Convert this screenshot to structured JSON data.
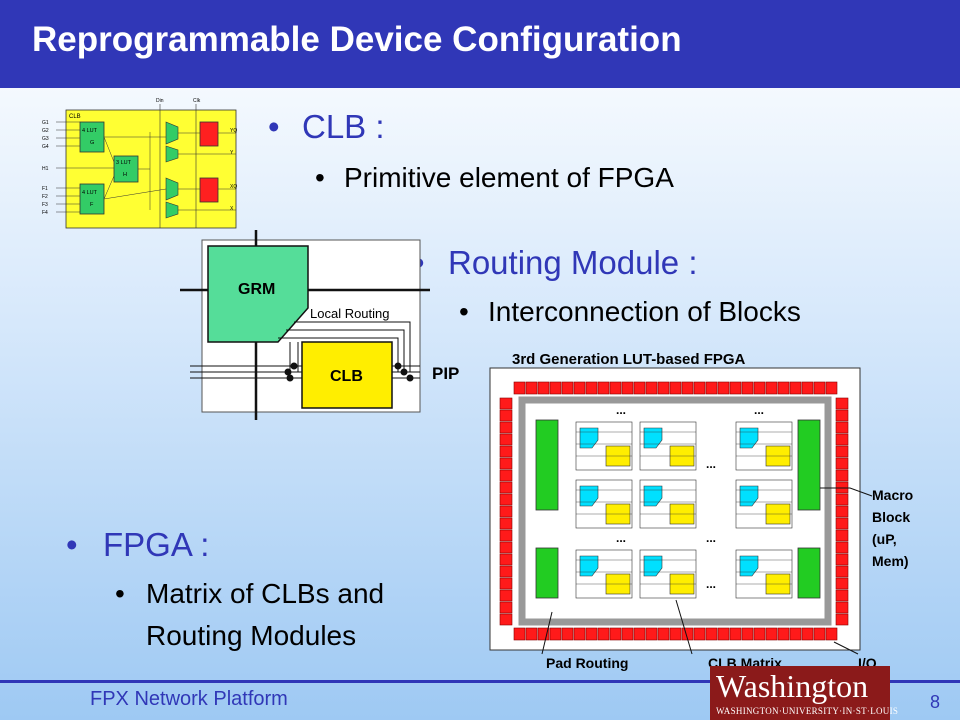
{
  "slide": {
    "title": "Reprogrammable Device Configuration",
    "bullets": {
      "clb": {
        "heading": "CLB :",
        "sub": "Primitive element of FPGA"
      },
      "routing": {
        "heading": "Routing Module :",
        "sub": "Interconnection of Blocks"
      },
      "fpga": {
        "heading": "FPGA :",
        "sub_line1": "Matrix of CLBs and",
        "sub_line2": "Routing Modules"
      }
    },
    "bullet_glyph": "•"
  },
  "clb_diagram": {
    "label": "CLB",
    "lut_g": "4 LUT\nG",
    "lut_h": "3 LUT\nH",
    "lut_f": "4 LUT\nF",
    "top_labels": [
      "Din",
      "Clk"
    ],
    "left_pins": [
      "G1",
      "G2",
      "G3",
      "G4",
      "H1",
      "F1",
      "F2",
      "F3",
      "F4"
    ],
    "right_pins": [
      "YQ",
      "Y",
      "XQ",
      "X"
    ]
  },
  "routing_diagram": {
    "grm_label": "GRM",
    "local_routing_label": "Local Routing",
    "clb_label": "CLB",
    "pip_label": "PIP"
  },
  "fpga_diagram": {
    "title": "3rd Generation LUT-based FPGA",
    "ellipsis": "...",
    "macro_block_lines": [
      "Macro",
      "Block",
      "(uP,",
      "Mem)"
    ],
    "pad_routing_label": "Pad Routing",
    "clb_matrix_label": "CLB Matrix",
    "io_label": "I/O"
  },
  "footer": {
    "text": "FPX Network Platform",
    "page_number": "8",
    "logo_word": "Washington",
    "logo_sub": "WASHINGTON·UNIVERSITY·IN·ST·LOUIS"
  },
  "colors": {
    "title_bar": "#3037b7",
    "clb_bg": "#ffff33",
    "logic_green": "#33cc66",
    "ff_red": "#ff2020",
    "grm_green": "#55dd99",
    "pad_red": "#ff1a1a",
    "macro_green": "#22cc22",
    "cyan": "#00e0ff",
    "yellow": "#ffee00"
  }
}
